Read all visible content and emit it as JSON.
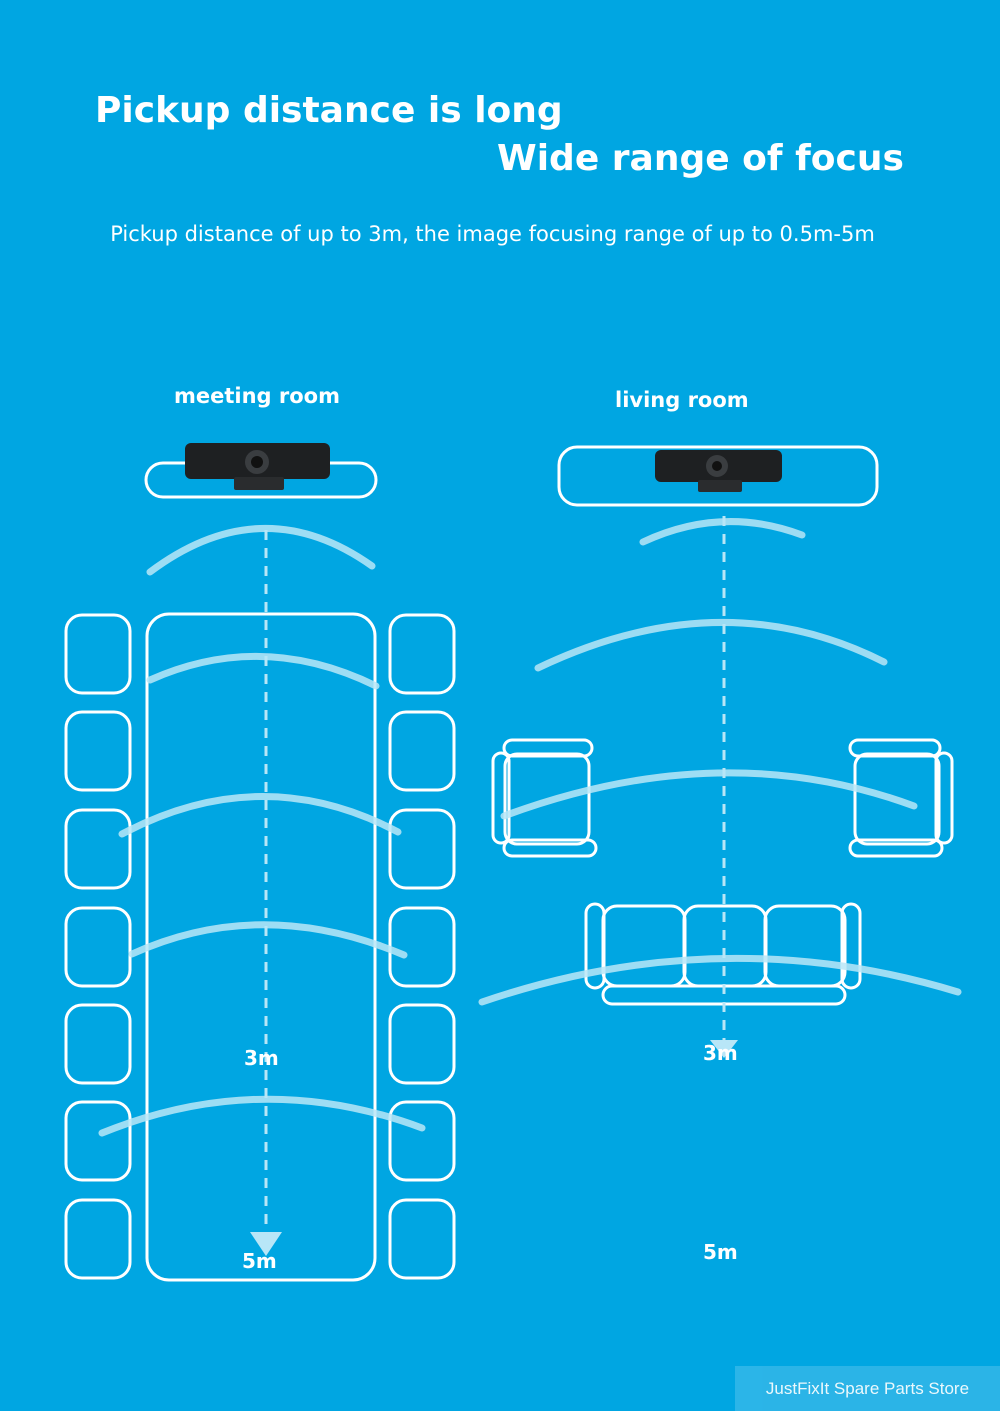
{
  "header": {
    "title_line1": "Pickup distance is long",
    "title_line2": "Wide range of focus",
    "subtitle": "Pickup distance of up to 3m, the image focusing range of up to 0.5m-5m"
  },
  "meeting_room": {
    "label": "meeting room",
    "mark_3m": "3m",
    "mark_5m": "5m"
  },
  "living_room": {
    "label": "living room",
    "mark_3m": "3m",
    "mark_5m": "5m"
  },
  "watermark": {
    "text": "JustFixIt Spare Parts Store"
  },
  "colors": {
    "background": "#00a6e2",
    "line": "#ffffff",
    "camera": "#1e2022"
  }
}
